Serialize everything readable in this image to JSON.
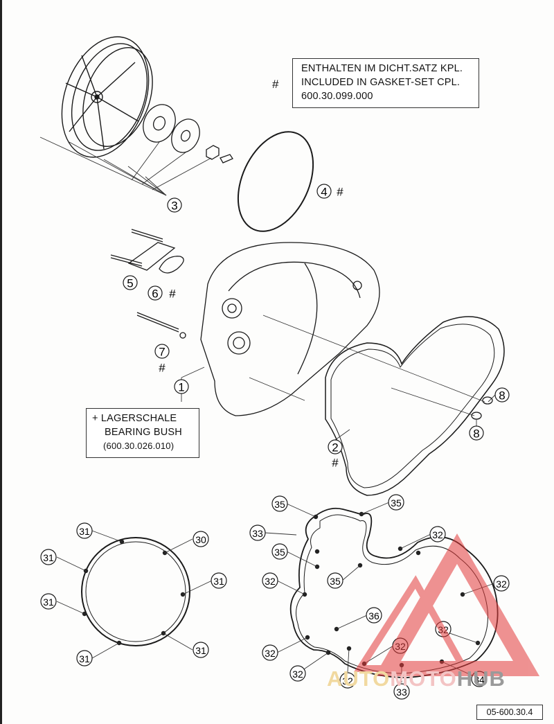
{
  "notes": {
    "gasket_set": {
      "marker": "#",
      "line1": "ENTHALTEN IM DICHT.SATZ KPL.",
      "line2": "INCLUDED IN GASKET-SET CPL.",
      "line3": "600.30.099.000"
    },
    "bearing_bush": {
      "line1": "+ LAGERSCHALE",
      "line2": "BEARING BUSH",
      "line3": "(600.30.026.010)"
    }
  },
  "upper_callouts": [
    {
      "number": "3",
      "suffix": ""
    },
    {
      "number": "4",
      "suffix": "#"
    },
    {
      "number": "5",
      "suffix": ""
    },
    {
      "number": "6",
      "suffix": "#"
    },
    {
      "number": "7",
      "suffix": "#"
    },
    {
      "number": "1",
      "suffix": ""
    },
    {
      "number": "2",
      "suffix": "#"
    },
    {
      "number": "8",
      "suffix": ""
    },
    {
      "number": "8",
      "suffix": ""
    }
  ],
  "ring_callouts": [
    "31",
    "30",
    "31",
    "31",
    "31",
    "31",
    "31"
  ],
  "gasket_callouts": [
    "35",
    "35",
    "33",
    "32",
    "35",
    "35",
    "32",
    "32",
    "36",
    "32",
    "32",
    "32",
    "32",
    "32",
    "33",
    "34"
  ],
  "drawing_number": "05-600.30.4",
  "logo": {
    "auto": "AUTO",
    "moto": "MOTO",
    "hub": "HUB"
  },
  "colors": {
    "line": "#1a1a1a",
    "logo_red": "#e23a3a",
    "logo_gray": "#9a9a9a"
  }
}
